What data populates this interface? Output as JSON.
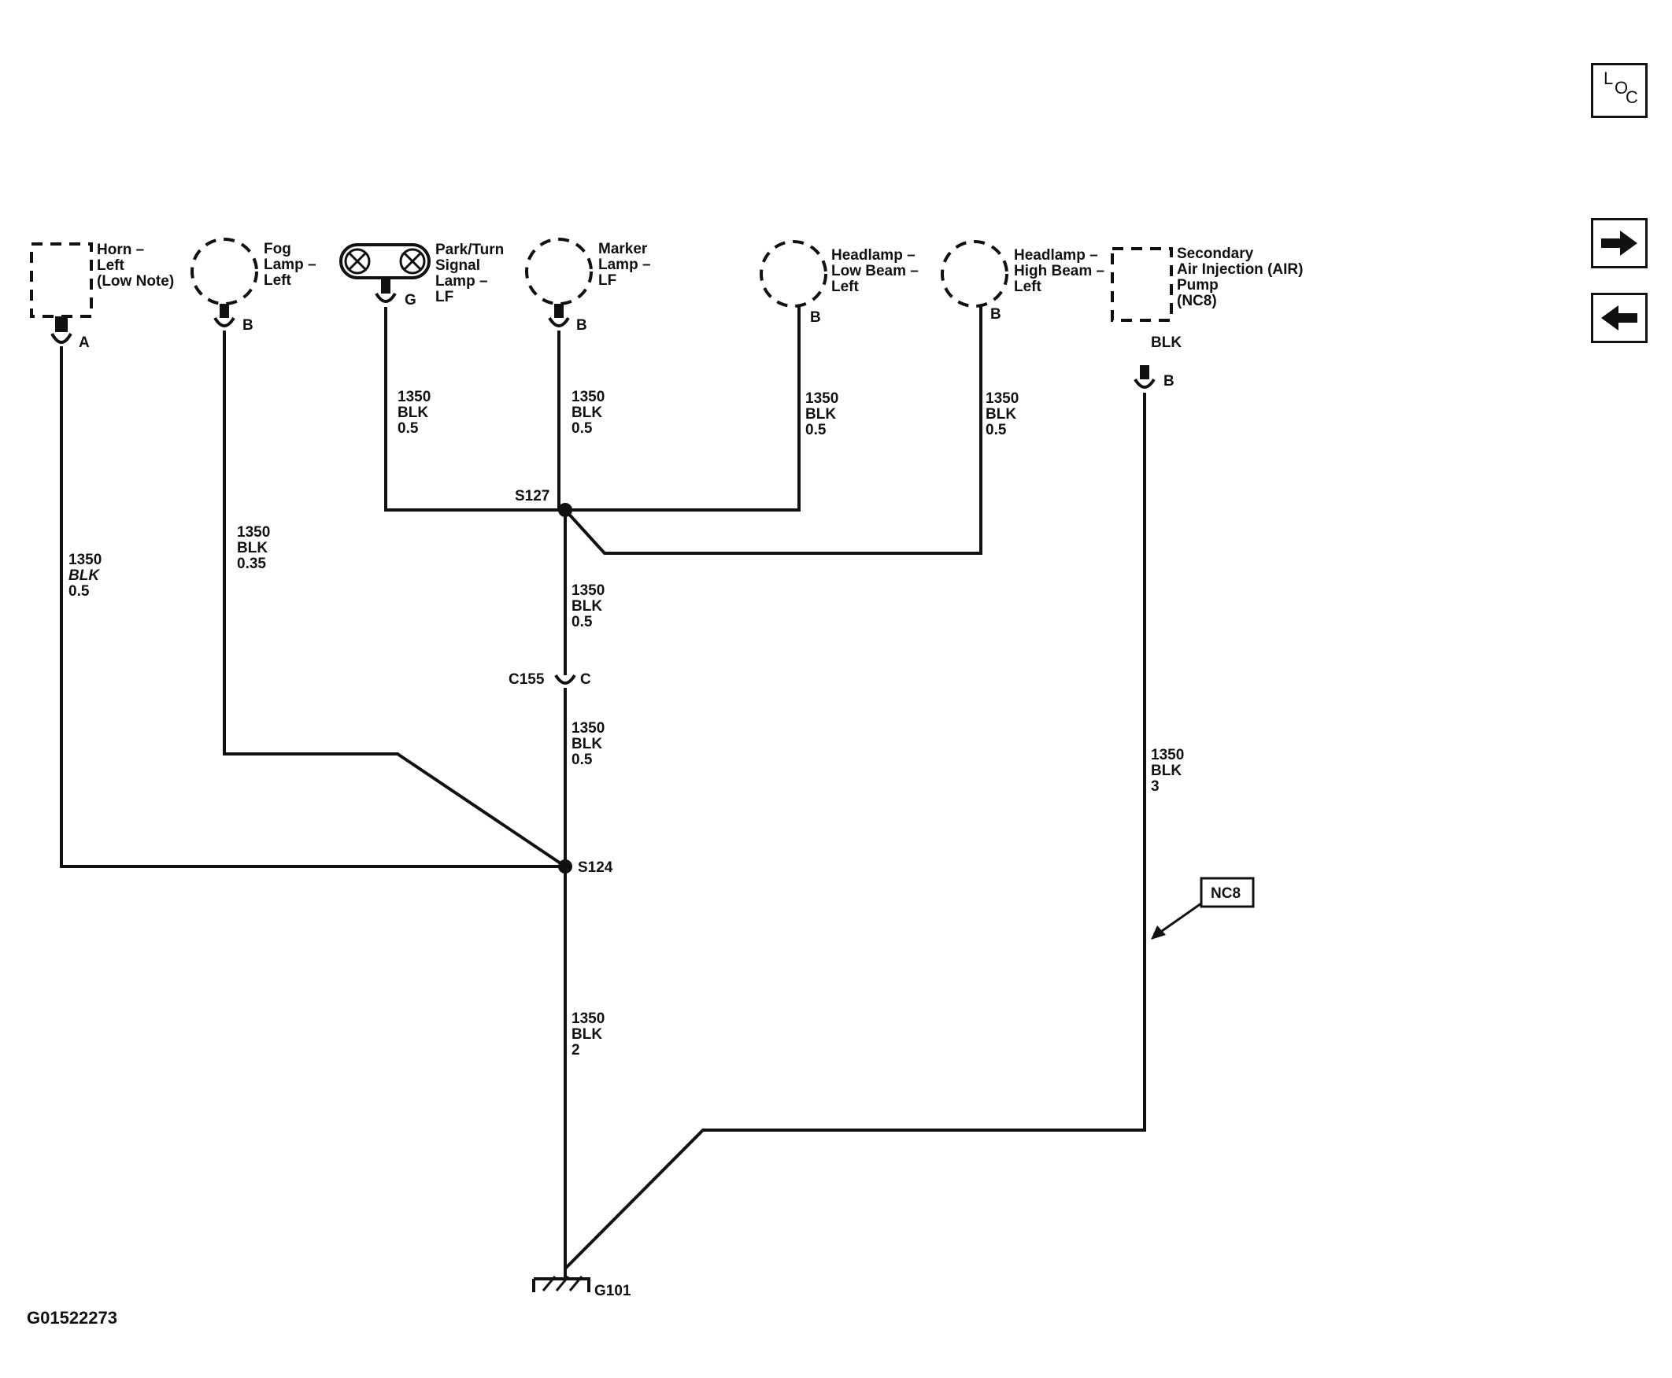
{
  "components": {
    "horn": [
      "Horn –",
      "Left",
      "(Low Note)"
    ],
    "fog": [
      "Fog",
      "Lamp –",
      "Left"
    ],
    "park": [
      "Park/Turn",
      "Signal",
      "Lamp –",
      "LF"
    ],
    "marker": [
      "Marker",
      "Lamp –",
      "LF"
    ],
    "low_beam": [
      "Headlamp –",
      "Low Beam –",
      "Left"
    ],
    "high_beam": [
      "Headlamp –",
      "High Beam –",
      "Left"
    ],
    "air_pump": [
      "Secondary",
      "Air Injection (AIR)",
      "Pump",
      "(NC8)"
    ]
  },
  "pins": {
    "horn": "A",
    "fog": "B",
    "park": "G",
    "marker": "B",
    "low_beam": "B",
    "high_beam": "B",
    "air_pump": "B"
  },
  "wires": {
    "horn": [
      "1350",
      "BLK",
      "0.5"
    ],
    "fog": [
      "1350",
      "BLK",
      "0.35"
    ],
    "park": [
      "1350",
      "BLK",
      "0.5"
    ],
    "marker": [
      "1350",
      "BLK",
      "0.5"
    ],
    "low_beam": [
      "1350",
      "BLK",
      "0.5"
    ],
    "high_beam": [
      "1350",
      "BLK",
      "0.5"
    ],
    "air_pump_short": "BLK",
    "s127_to_c155": [
      "1350",
      "BLK",
      "0.5"
    ],
    "c155_to_s124": [
      "1350",
      "BLK",
      "0.5"
    ],
    "s124_to_g101": [
      "1350",
      "BLK",
      "2"
    ],
    "air_to_g101": [
      "1350",
      "BLK",
      "3"
    ]
  },
  "splices": {
    "s127": "S127",
    "s124": "S124"
  },
  "connector": {
    "name": "C155",
    "pin": "C"
  },
  "ground": "G101",
  "option_tag": "NC8",
  "nav": {
    "loc": [
      "L",
      "O",
      "C"
    ],
    "next_icon": "arrow-right-icon",
    "prev_icon": "arrow-left-icon"
  },
  "image_id": "G01522273"
}
